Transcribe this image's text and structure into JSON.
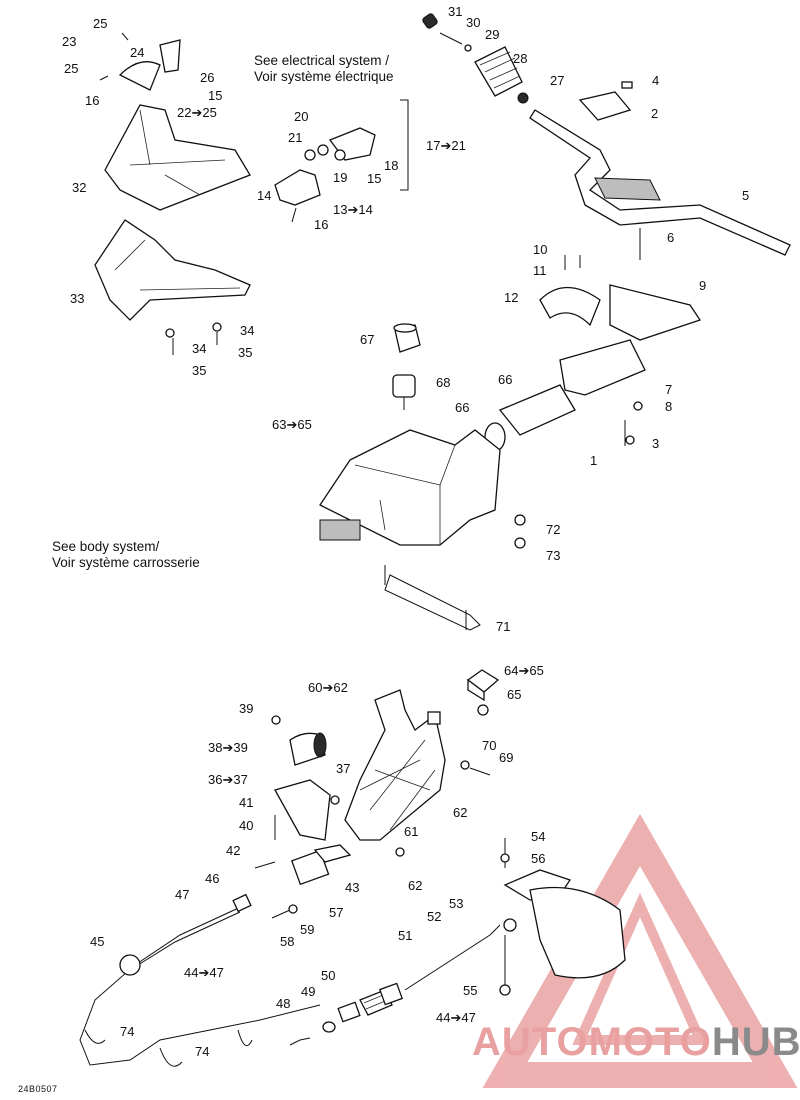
{
  "callouts": {
    "c1": "1",
    "c2": "2",
    "c3": "3",
    "c4": "4",
    "c5": "5",
    "c6": "6",
    "c7": "7",
    "c8": "8",
    "c9": "9",
    "c10": "10",
    "c11": "11",
    "c12": "12",
    "c13_14": "13➔14",
    "c14": "14",
    "c15a": "15",
    "c15b": "15",
    "c16a": "16",
    "c16b": "16",
    "c17_21": "17➔21",
    "c18": "18",
    "c19": "19",
    "c20": "20",
    "c21": "21",
    "c22_25": "22➔25",
    "c23": "23",
    "c24": "24",
    "c25a": "25",
    "c25b": "25",
    "c26": "26",
    "c27": "27",
    "c28": "28",
    "c29": "29",
    "c30": "30",
    "c31": "31",
    "c32": "32",
    "c33": "33",
    "c34a": "34",
    "c34b": "34",
    "c35a": "35",
    "c35b": "35",
    "c36_37": "36➔37",
    "c37": "37",
    "c38_39": "38➔39",
    "c39": "39",
    "c40": "40",
    "c41": "41",
    "c42": "42",
    "c43": "43",
    "c44_47a": "44➔47",
    "c44_47b": "44➔47",
    "c45": "45",
    "c46": "46",
    "c47": "47",
    "c48": "48",
    "c49": "49",
    "c50": "50",
    "c51": "51",
    "c52": "52",
    "c53": "53",
    "c54": "54",
    "c55": "55",
    "c56": "56",
    "c57": "57",
    "c58": "58",
    "c59": "59",
    "c60_62": "60➔62",
    "c61": "61",
    "c62a": "62",
    "c62b": "62",
    "c63_65": "63➔65",
    "c64_65": "64➔65",
    "c65": "65",
    "c66a": "66",
    "c66b": "66",
    "c67": "67",
    "c68": "68",
    "c69": "69",
    "c70": "70",
    "c71": "71",
    "c72": "72",
    "c73": "73",
    "c74a": "74",
    "c74b": "74"
  },
  "notes": {
    "electrical_1": "See electrical system /",
    "electrical_2": "Voir système électrique",
    "body_1": "See body system/",
    "body_2": "Voir système carrosserie"
  },
  "drawing_code": "24B0507",
  "watermark": {
    "part1": "AUTOMOTO",
    "part2": "HUB",
    "color_accent": "#e8a0a0",
    "color_grey": "#8a8a8a"
  }
}
